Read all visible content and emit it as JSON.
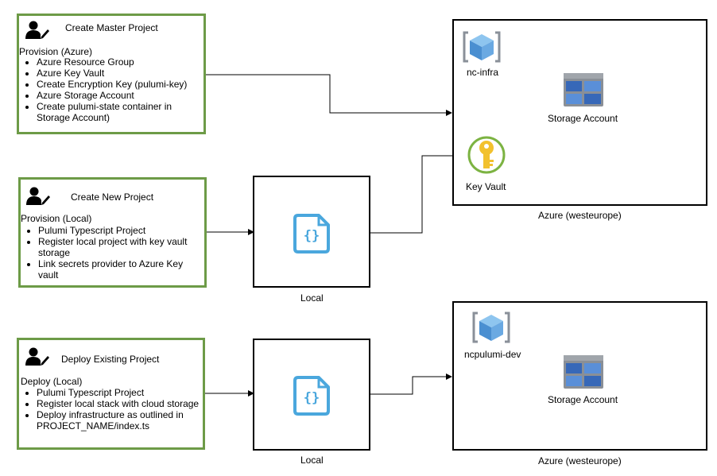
{
  "projects": [
    {
      "title": "Create Master Project",
      "section": "Provision (Azure)",
      "items": [
        "Azure Resource Group",
        "Azure Key Vault",
        "Create Encryption Key (pulumi-key)",
        "Azure Storage Account",
        "Create pulumi-state container in Storage Account)"
      ]
    },
    {
      "title": "Create New Project",
      "section": "Provision (Local)",
      "items": [
        "Pulumi Typescript Project",
        "Register local project with key vault storage",
        "Link secrets provider to Azure Key vault"
      ]
    },
    {
      "title": "Deploy Existing Project",
      "section": "Deploy (Local)",
      "items": [
        "Pulumi Typescript Project",
        "Register local stack with cloud storage",
        "Deploy infrastructure as outlined in PROJECT_NAME/index.ts"
      ]
    }
  ],
  "local_boxes": [
    {
      "label": "Local",
      "icon": "json-file-icon"
    },
    {
      "label": "Local",
      "icon": "json-file-icon"
    }
  ],
  "azure_boxes": [
    {
      "label": "Azure (westeurope)",
      "resource_group": "nc-infra",
      "storage": "Storage Account",
      "key_vault": "Key Vault"
    },
    {
      "label": "Azure (westeurope)",
      "resource_group": "ncpulumi-dev",
      "storage": "Storage Account"
    }
  ],
  "colors": {
    "project_border": "#6d9b47",
    "box_border": "#000000",
    "file_icon": "#4aa7dd",
    "resource_group_icon": "#4a8fd1",
    "storage_icon": "#3768b8",
    "key_vault_icon": "#f2c12e"
  }
}
